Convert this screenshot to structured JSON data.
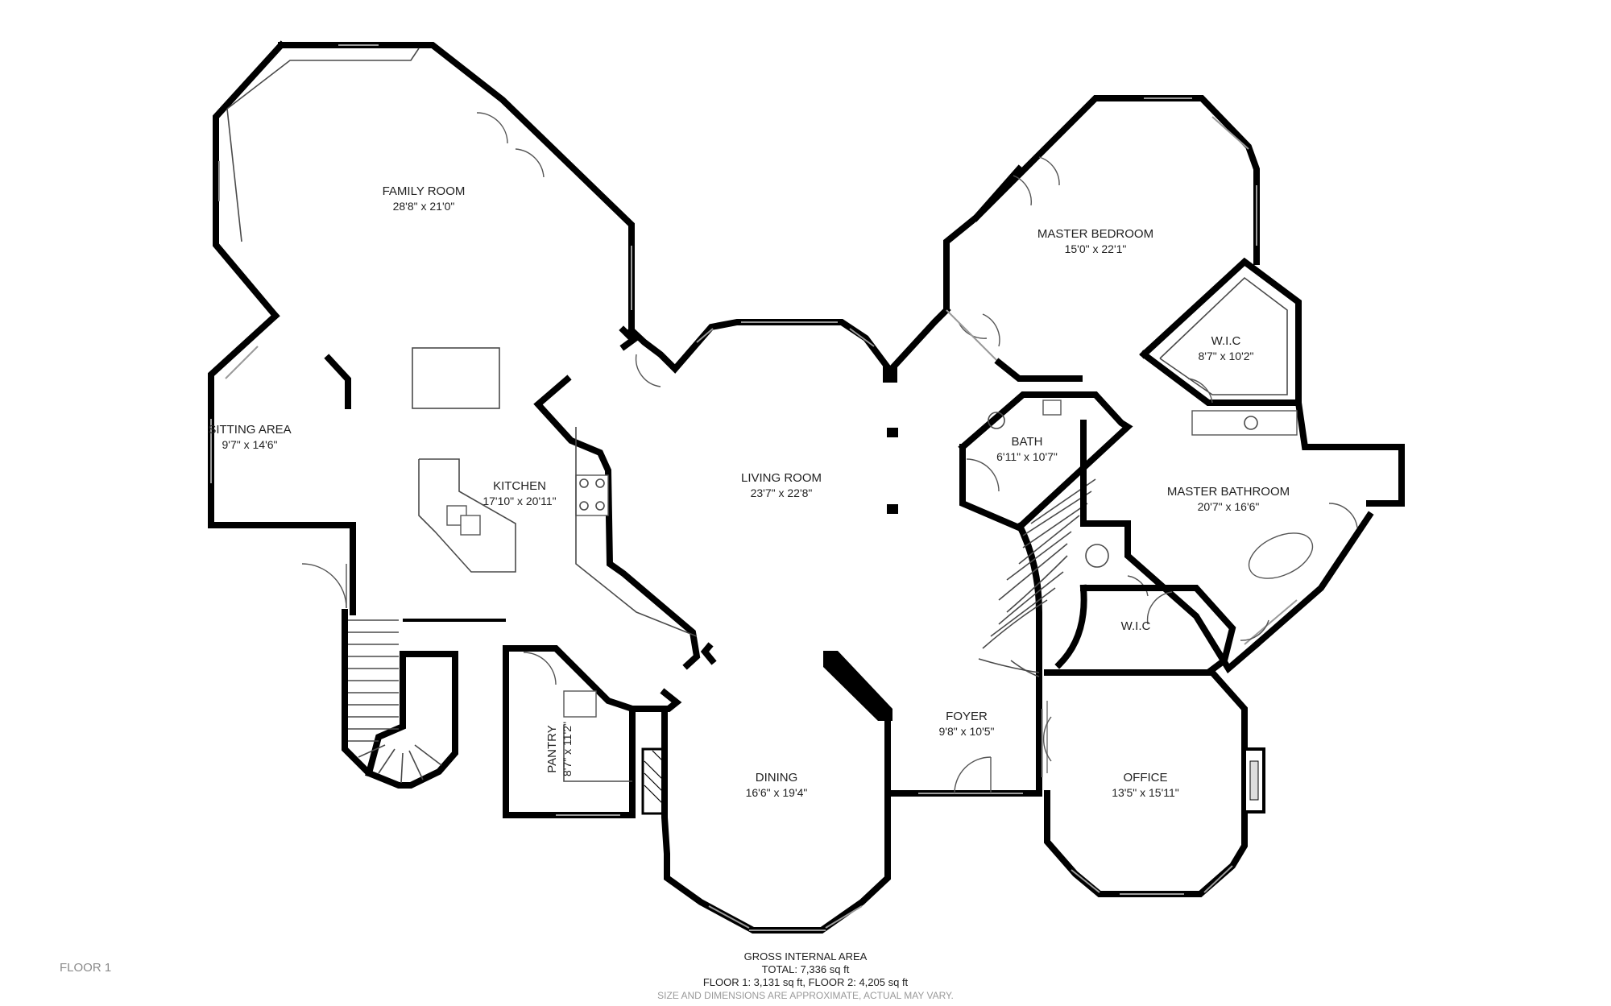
{
  "floor_label": "FLOOR 1",
  "rooms": {
    "family_room": {
      "name": "FAMILY ROOM",
      "dims": "28'8\" x 21'0\""
    },
    "sitting_area": {
      "name": "SITTING AREA",
      "dims": "9'7\" x 14'6\""
    },
    "kitchen": {
      "name": "KITCHEN",
      "dims": "17'10\" x 20'11\""
    },
    "living_room": {
      "name": "LIVING ROOM",
      "dims": "23'7\" x 22'8\""
    },
    "master_bedroom": {
      "name": "MASTER BEDROOM",
      "dims": "15'0\" x 22'1\""
    },
    "wic_upper": {
      "name": "W.I.C",
      "dims": "8'7\" x 10'2\""
    },
    "bath": {
      "name": "BATH",
      "dims": "6'11\" x 10'7\""
    },
    "master_bathroom": {
      "name": "MASTER BATHROOM",
      "dims": "20'7\" x 16'6\""
    },
    "wic_lower": {
      "name": "W.I.C"
    },
    "pantry": {
      "name": "PANTRY",
      "dims": "8'7\" x 11'2\""
    },
    "foyer": {
      "name": "FOYER",
      "dims": "9'8\" x 10'5\""
    },
    "dining": {
      "name": "DINING",
      "dims": "16'6\" x 19'4\""
    },
    "office": {
      "name": "OFFICE",
      "dims": "13'5\" x 15'11\""
    }
  },
  "area": {
    "title": "GROSS INTERNAL AREA",
    "total": "TOTAL: 7,336 sq ft",
    "floors": "FLOOR 1: 3,131 sq ft, FLOOR 2: 4,205 sq ft",
    "disclaimer": "SIZE AND DIMENSIONS ARE APPROXIMATE, ACTUAL MAY VARY."
  }
}
